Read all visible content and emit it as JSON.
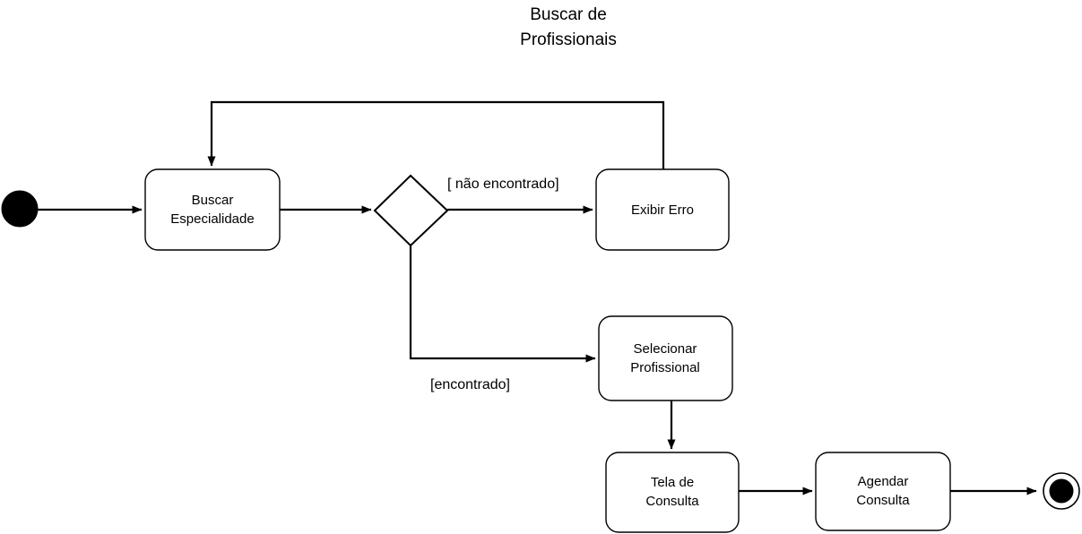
{
  "diagram": {
    "type": "uml-activity-diagram",
    "title_line1": "Buscar de",
    "title_line2": "Profissionais",
    "background_color": "#ffffff",
    "stroke_color": "#000000",
    "nodes": {
      "start": {
        "kind": "initial-node",
        "label": ""
      },
      "buscar_especialidade": {
        "kind": "action",
        "line1": "Buscar",
        "line2": "Especialidade"
      },
      "decision": {
        "kind": "decision",
        "label": ""
      },
      "exibir_erro": {
        "kind": "action",
        "line1": "Exibir Erro",
        "line2": ""
      },
      "selecionar_profissional": {
        "kind": "action",
        "line1": "Selecionar",
        "line2": "Profissional"
      },
      "tela_de_consulta": {
        "kind": "action",
        "line1": "Tela de",
        "line2": "Consulta"
      },
      "agendar_consulta": {
        "kind": "action",
        "line1": "Agendar",
        "line2": "Consulta"
      },
      "end": {
        "kind": "final-node",
        "label": ""
      }
    },
    "guards": {
      "nao_encontrado": "[ não encontrado]",
      "encontrado": "[encontrado]"
    }
  }
}
